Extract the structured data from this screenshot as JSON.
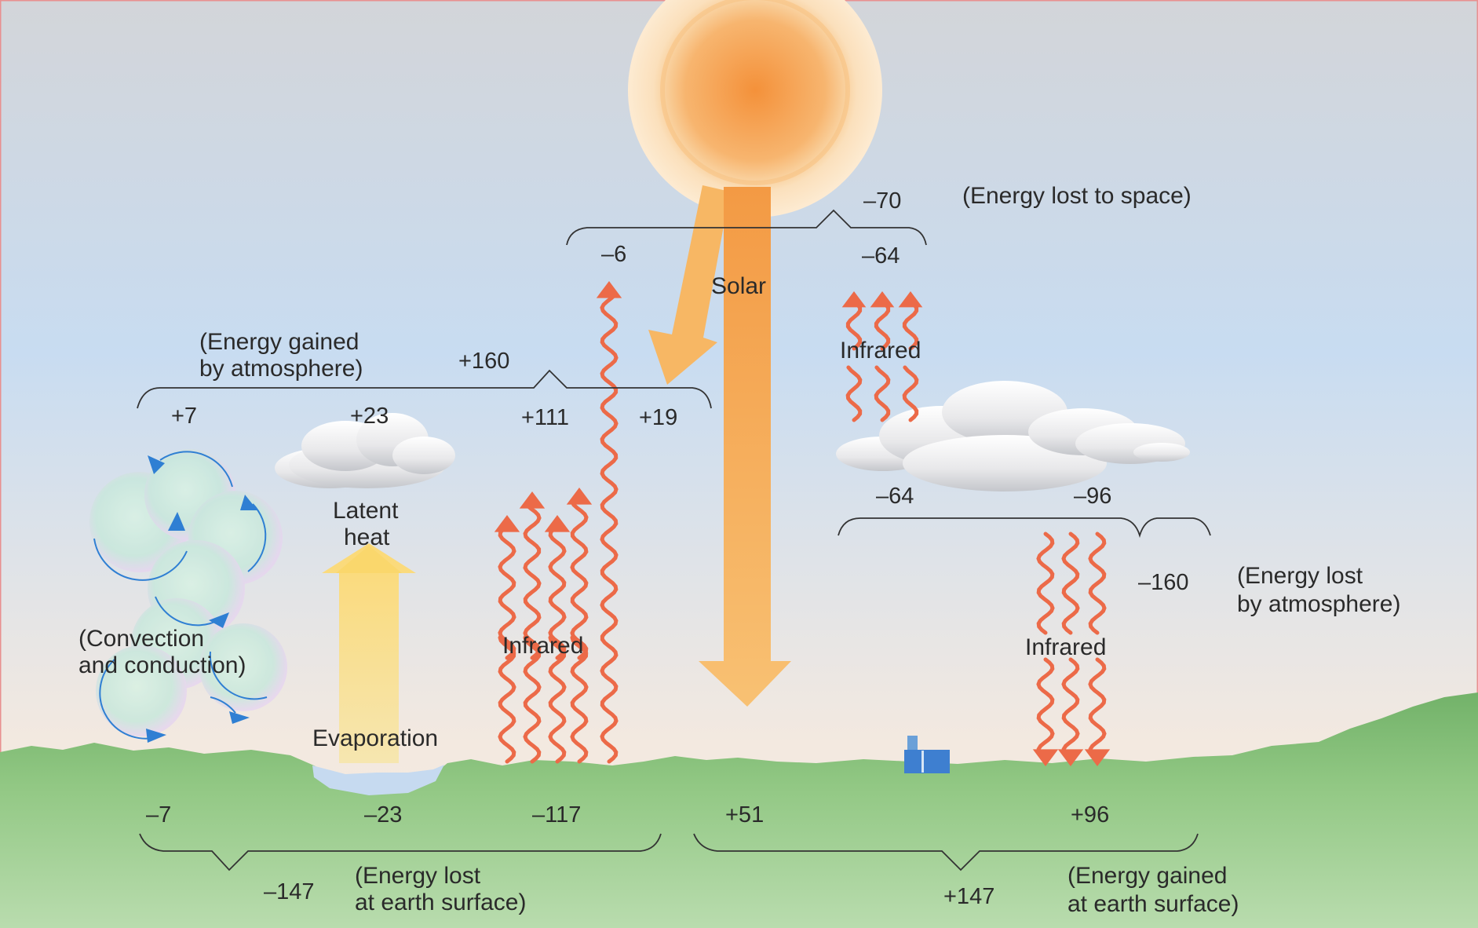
{
  "diagram": {
    "space": {
      "value": "–70",
      "caption": "(Energy lost to space)",
      "reflected": "–6",
      "infrared": "–64"
    },
    "solar_label": "Solar",
    "atmosphere_gain": {
      "total": "+160",
      "caption_line1": "(Energy gained",
      "caption_line2": "by atmosphere)",
      "conduction": "+7",
      "latent": "+23",
      "infrared": "+111",
      "absorbed_solar": "+19"
    },
    "atmosphere_loss": {
      "total": "–160",
      "caption_line1": "(Energy lost",
      "caption_line2": "by atmosphere)",
      "to_space": "–64",
      "to_surface": "–96"
    },
    "surface_loss": {
      "total": "–147",
      "caption_line1": "(Energy lost",
      "caption_line2": "at earth surface)",
      "conduction": "–7",
      "evaporation": "–23",
      "infrared": "–117"
    },
    "surface_gain": {
      "total": "+147",
      "caption_line1": "(Energy gained",
      "caption_line2": "at earth surface)",
      "solar": "+51",
      "infrared": "+96"
    },
    "labels": {
      "latent_line1": "Latent",
      "latent_line2": "heat",
      "evaporation": "Evaporation",
      "infrared_up": "Infrared",
      "infrared_space": "Infrared",
      "infrared_down": "Infrared",
      "convection_line1": "(Convection",
      "convection_line2": "and conduction)"
    }
  },
  "colors": {
    "sky_top": "#d2d6dc",
    "sky_mid": "#c9ddf2",
    "sky_bottom": "#f5ebe0",
    "ground": "#8cc47c",
    "sun": "#f59a3c",
    "infrared": "#ec6a48",
    "solar_arrow": "#f6b357",
    "latent_arrow": "#f8de8c",
    "convection_arrow": "#2f7fd3",
    "lake": "#c6daf0",
    "house": "#3e7fd0"
  }
}
